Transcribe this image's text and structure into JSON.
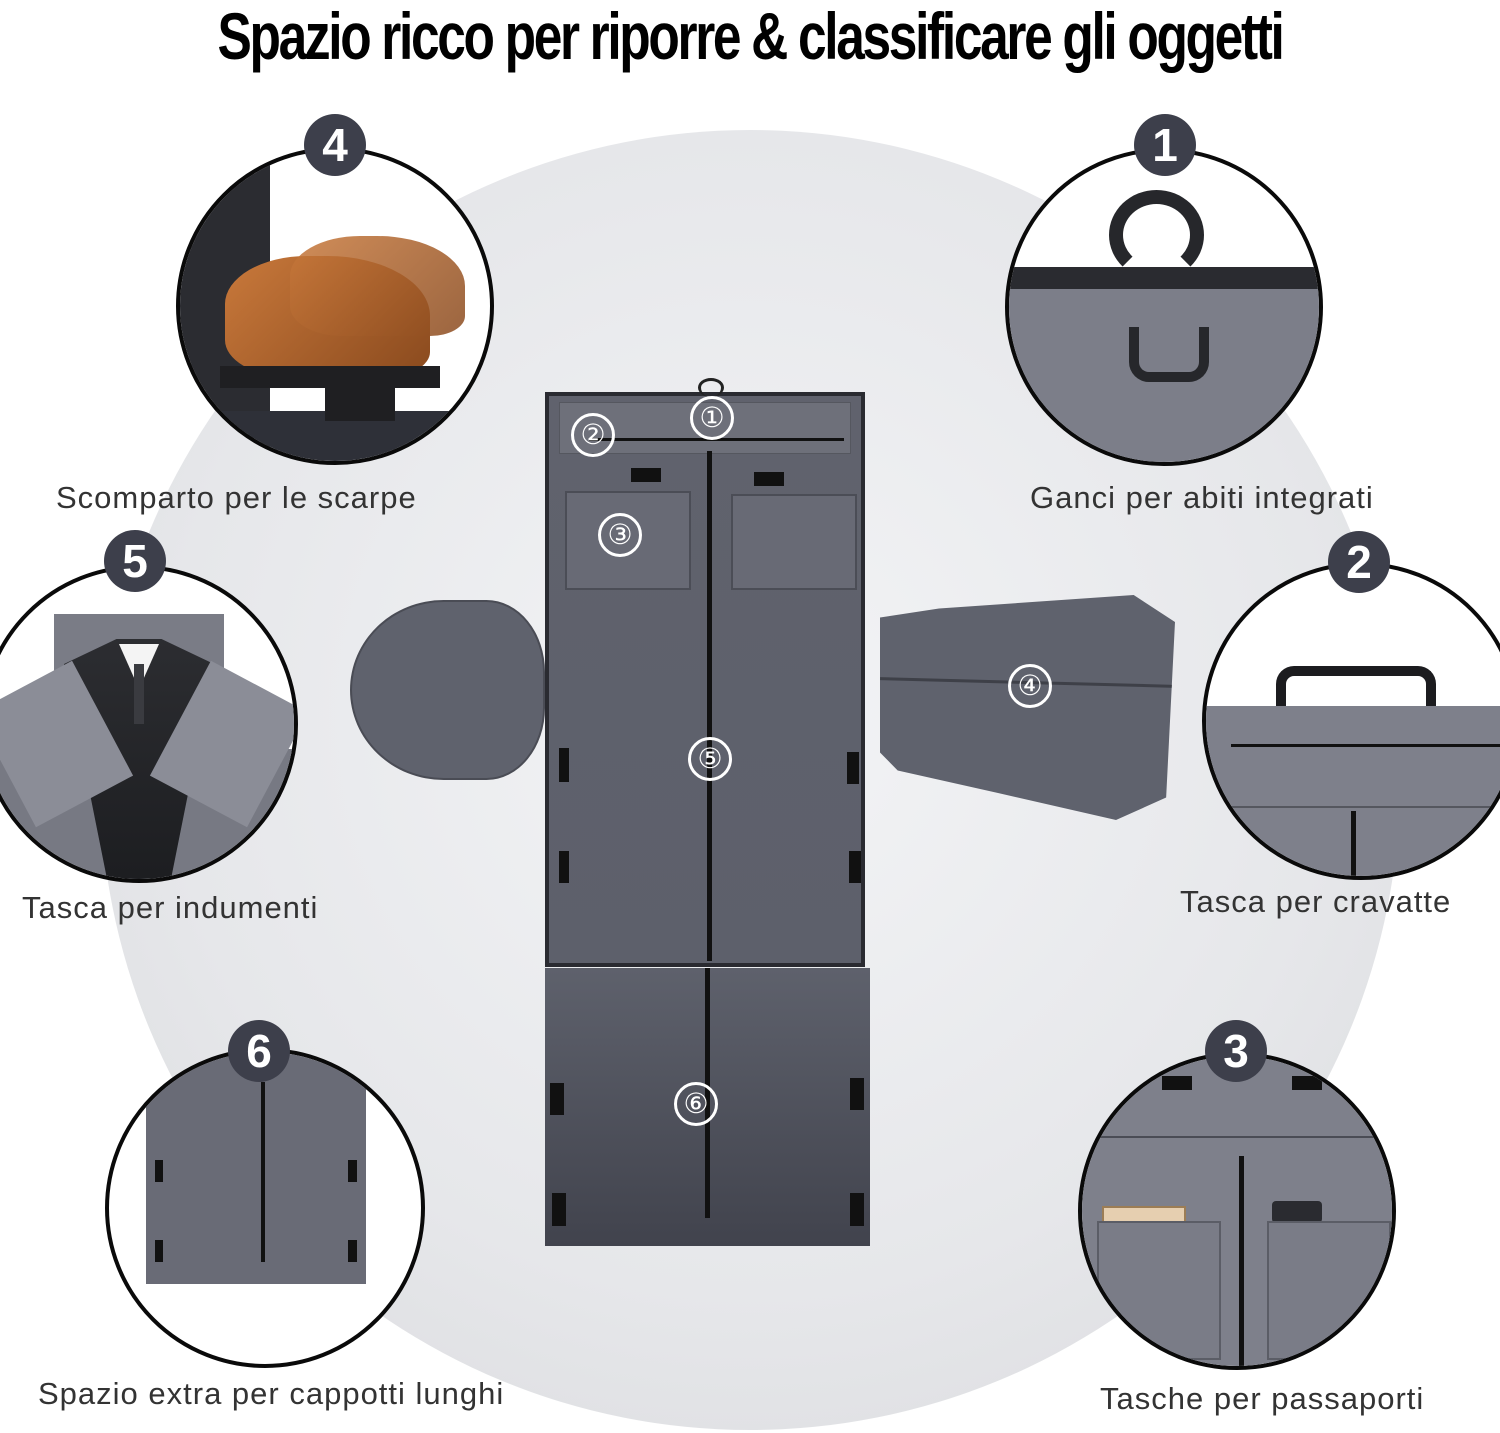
{
  "title": "Spazio ricco per riporre & classificare gli oggetti",
  "colors": {
    "badge_bg": "#3d3f4b",
    "badge_text": "#ffffff",
    "fabric_gray": "#6b6d78",
    "circle_border": "#0a0a0a",
    "label_text": "#333333",
    "background_disc": "#e6e7ea"
  },
  "features": [
    {
      "number": "4",
      "label": "Scomparto per le scarpe",
      "image": "shoe-compartment"
    },
    {
      "number": "1",
      "label": "Ganci per abiti integrati",
      "image": "hanger-hook"
    },
    {
      "number": "5",
      "label": "Tasca per indumenti",
      "image": "suit-garment-pocket"
    },
    {
      "number": "2",
      "label": "Tasca per cravatte",
      "image": "tie-zip-pocket"
    },
    {
      "number": "6",
      "label": "Spazio extra per cappotti lunghi",
      "image": "extended-coat-panel"
    },
    {
      "number": "3",
      "label": "Tasche per passaporti",
      "image": "passport-pockets"
    }
  ],
  "bag_markers": [
    "①",
    "②",
    "③",
    "④",
    "⑤",
    "⑥"
  ]
}
